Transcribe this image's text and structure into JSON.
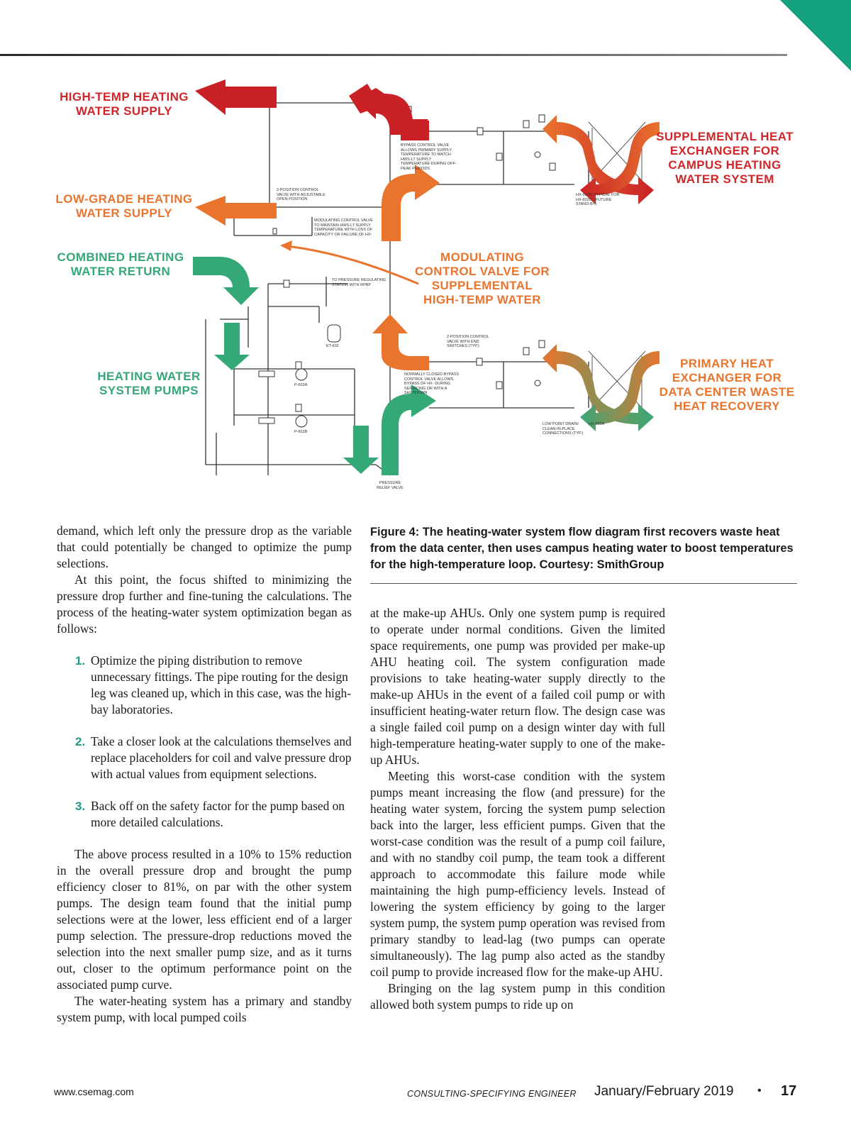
{
  "diagram": {
    "labels": {
      "high_temp_line1": "HIGH-TEMP HEATING",
      "high_temp_line2": "WATER SUPPLY",
      "low_grade_line1": "LOW-GRADE HEATING",
      "low_grade_line2": "WATER SUPPLY",
      "combined_line1": "COMBINED HEATING",
      "combined_line2": "WATER RETURN",
      "pumps_line1": "HEATING WATER",
      "pumps_line2": "SYSTEM PUMPS",
      "modulating_line1": "MODULATING",
      "modulating_line2": "CONTROL VALVE FOR",
      "modulating_line3": "SUPPLEMENTAL",
      "modulating_line4": "HIGH-TEMP WATER",
      "supplemental_line1": "SUPPLEMENTAL HEAT",
      "supplemental_line2": "EXCHANGER FOR",
      "supplemental_line3": "CAMPUS HEATING",
      "supplemental_line4": "WATER SYSTEM",
      "primary_line1": "PRIMARY HEAT",
      "primary_line2": "EXCHANGER FOR",
      "primary_line3": "DATA CENTER WASTE",
      "primary_line4": "HEAT RECOVERY"
    },
    "notes": {
      "bypass_valve": "BYPASS CONTROL VALVE ALLOWS PRIMARY SUPPLY TEMPERATURE TO MATCH HWS-LT SUPPLY TEMPERATURE DURING OFF-PEAK PERIODS",
      "two_position": "2-POSITION CONTROL VALVE WITH ADJUSTABLE OPEN POSITION",
      "modulating_note": "MODULATING CONTROL VALVE TO MAINTAIN HWS-LT SUPPLY TEMPERATURE WITH LOSS OF CAPACITY OR FAILURE OF HX-",
      "pressure_reg": "TO PRESSURE REGULATING STATION WITH RPBP",
      "two_position_end": "2-POSITION CONTROL VALVE WITH END SWITCHES (TYP.)",
      "normally_closed": "NORMALLY CLOSED BYPASS CONTROL VALVE ALLOWS BYPASS OF HX- DURING SERVICING OR WITH A SHUTDOWN",
      "low_point": "LOW POINT DRAIN/ CLEAN-IN-PLACE CONNECTIONS (TYP.)",
      "typical_for": "HX-602B (TYPICAL FOR HX-602C) (FUTURE STAND-BY)",
      "pressure_relief": "PRESSURE RELIEF VALVE",
      "hx_bottom": "HX-602A",
      "p_602a": "P-602A",
      "p_602b": "P-602B",
      "et": "ET-602"
    }
  },
  "caption": "Figure 4: The heating-water system flow diagram first recovers waste heat from the data center, then uses campus heating water to boost temperatures for the high-temperature loop. Courtesy: SmithGroup",
  "left_column": {
    "p1": "demand, which left only the pressure drop as the variable that could potentially be changed to optimize the pump selections.",
    "p2": "At this point, the focus shifted to minimizing the pressure drop further and fine-tuning the calculations. The process of the heating-water system optimization began as follows:",
    "list": [
      {
        "num": "1.",
        "text": "Optimize the piping distribution to remove unnecessary fittings. The pipe routing for the design leg was cleaned up, which in this case, was the high-bay laboratories."
      },
      {
        "num": "2.",
        "text": "Take a closer look at the calculations themselves and replace placeholders for coil and valve pressure drop with actual values from equipment selections."
      },
      {
        "num": "3.",
        "text": "Back off on the safety factor for the pump based on more detailed calculations."
      }
    ],
    "p3": "The above process resulted in a 10% to 15% reduction in the overall pressure drop and brought the pump efficiency closer to 81%, on par with the other system pumps. The design team found that the initial pump selections were at the lower, less efficient end of a larger pump selection. The pressure-drop reductions moved the selection into the next smaller pump size, and as it turns out, closer to the optimum performance point on the associated pump curve.",
    "p4": "The water-heating system has a primary and standby system pump, with local pumped coils"
  },
  "right_column": {
    "p1": "at the make-up AHUs. Only one system pump is required to operate under normal conditions. Given the limited space requirements, one pump was provided per make-up AHU heating coil. The system configuration made provisions to take heating-water supply directly to the make-up AHUs in the event of a failed coil pump or with insufficient heating-water return flow. The design case was a single failed coil pump on a design winter day with full high-temperature heating-water supply to one of the make-up AHUs.",
    "p2": "Meeting this worst-case condition with the system pumps meant increasing the flow (and pressure) for the heating water system, forcing the system pump selection back into the larger, less efficient pumps. Given that the worst-case condition was the result of a pump coil failure, and with no standby coil pump, the team took a different approach to accommodate this failure mode while maintaining the high pump-efficiency levels. Instead of lowering the system efficiency by going to the larger system pump, the system pump operation was revised from primary standby to lead-lag (two pumps can operate simultaneously). The lag pump also acted as the standby coil pump to provide increased flow for the make-up AHU.",
    "p3": "Bringing on the lag system pump in this condition allowed both system pumps to ride up on"
  },
  "footer": {
    "url": "www.csemag.com",
    "magazine": "CONSULTING-SPECIFYING ENGINEER",
    "issue": "January/February 2019",
    "bullet": "•",
    "page": "17"
  },
  "colors": {
    "accent_teal": "#12a07f",
    "red_supply": "#d0262a",
    "orange_supply": "#e9742d",
    "green_return": "#35a877",
    "list_number": "#1b9a86"
  }
}
